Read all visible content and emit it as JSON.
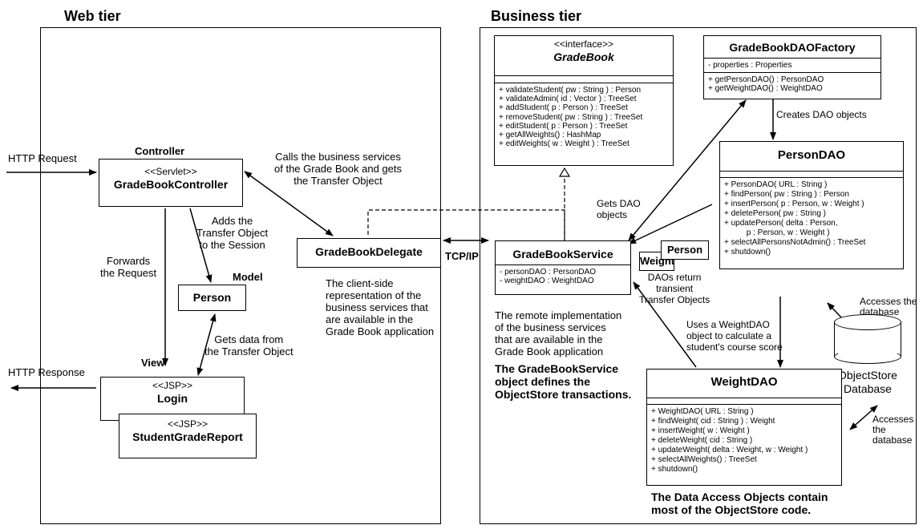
{
  "web_tier": {
    "title": "Web tier",
    "http_request": "HTTP Request",
    "http_response": "HTTP Response",
    "controller": {
      "label": "Controller",
      "stereotype": "<<Servlet>>",
      "name": "GradeBookController"
    },
    "model": {
      "label": "Model",
      "name": "Person"
    },
    "view": {
      "label": "View",
      "login": {
        "stereotype": "<<JSP>>",
        "name": "Login"
      },
      "report": {
        "stereotype": "<<JSP>>",
        "name": "StudentGradeReport"
      }
    },
    "forwards": [
      "Forwards",
      "the Request"
    ],
    "adds": [
      "Adds the",
      "Transfer Object",
      "to the Session"
    ],
    "gets_data": [
      "Gets data from",
      "the Transfer Object"
    ],
    "calls": [
      "Calls the business services",
      "of the Grade Book and gets",
      "the Transfer Object"
    ],
    "delegate": {
      "name": "GradeBookDelegate",
      "note": [
        "The client-side",
        "representation of the",
        "business services that",
        "are available in the",
        "Grade Book application"
      ]
    },
    "tcp_ip": "TCP/IP"
  },
  "business_tier": {
    "title": "Business tier",
    "gradebook": {
      "stereotype": "<<interface>>",
      "name": "GradeBook",
      "methods": [
        "+ validateStudent( pw : String ) : Person",
        "+ validateAdmin( id : Vector ) : TreeSet",
        "+ addStudent( p : Person ) : TreeSet",
        "+ removeStudent( pw : String ) : TreeSet",
        "+ editStudent( p : Person ) : TreeSet",
        "+ getAllWeights() : HashMap",
        "+ editWeights( w : Weight ) : TreeSet"
      ]
    },
    "factory": {
      "name": "GradeBookDAOFactory",
      "attributes": [
        "- properties : Properties"
      ],
      "methods": [
        "+ getPersonDAO() : PersonDAO",
        "+ getWeightDAO() : WeightDAO"
      ]
    },
    "creates": "Creates DAO objects",
    "person_dao": {
      "name": "PersonDAO",
      "methods": [
        "+ PersonDAO( URL : String )",
        "+ findPerson( pw : String ) : Person",
        "+ insertPerson( p : Person, w : Weight )",
        "+ deletePerson( pw : String )",
        "+ updatePerson( delta : Person,",
        "          p : Person, w : Weight )",
        "+ selectAllPersonsNotAdmin() : TreeSet",
        "+ shutdown()"
      ]
    },
    "service": {
      "name": "GradeBookService",
      "attributes": [
        "- personDAO : PersonDAO",
        "- weightDAO : WeightDAO"
      ],
      "note": [
        "The remote implementation",
        "of the business services",
        "that are available in the",
        "Grade Book application"
      ],
      "bold_note": [
        "The GradeBookService",
        "object defines the",
        "ObjectStore transactions."
      ]
    },
    "gets_dao": [
      "Gets DAO",
      "objects"
    ],
    "transfer": {
      "person": "Person",
      "weight": "Weight",
      "note": [
        "DAOs return",
        "transient",
        "Transfer Objects"
      ]
    },
    "uses_weight": [
      "Uses a WeightDAO",
      "object to calculate a",
      "student's course score"
    ],
    "accesses_db_1": [
      "Accesses the",
      "database"
    ],
    "accesses_db_2": [
      "Accesses the",
      "database"
    ],
    "database": [
      "ObjectStore",
      "Database"
    ],
    "weight_dao": {
      "name": "WeightDAO",
      "methods": [
        "+ WeightDAO( URL : String )",
        "+ findWeight( cid : String ) : Weight",
        "+ insertWeight( w : Weight )",
        "+ deleteWeight( cid : String )",
        "+ updateWeight( delta : Weight, w : Weight )",
        "+ selectAllWeights() : TreeSet",
        "+ shutdown()"
      ]
    },
    "dao_note": [
      "The Data Access Objects contain",
      "most of the ObjectStore code."
    ]
  }
}
